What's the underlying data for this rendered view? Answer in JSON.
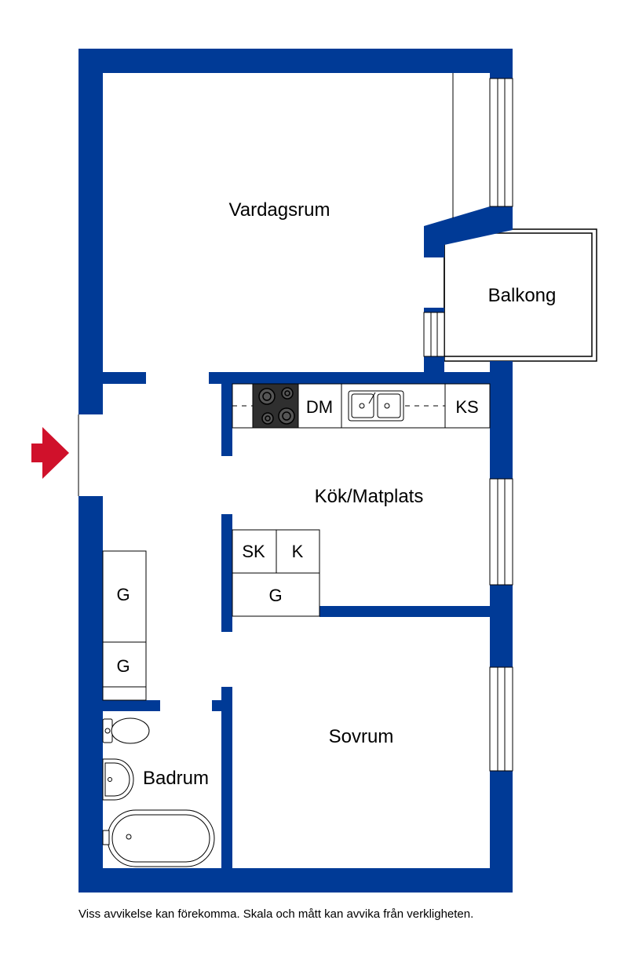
{
  "colors": {
    "wall": "#003a96",
    "entrance_arrow": "#d0112b",
    "stove": "#2f2f2f"
  },
  "rooms": {
    "vardagsrum": "Vardagsrum",
    "balkong": "Balkong",
    "kok": "Kök/Matplats",
    "sovrum": "Sovrum",
    "badrum": "Badrum"
  },
  "fixtures": {
    "dishwasher": "DM",
    "fridge_freezer": "KS",
    "freezer": "SK",
    "fridge": "K",
    "kitchen_wardrobe": "G",
    "hall_wardrobe_1": "G",
    "hall_wardrobe_2": "G"
  },
  "icons": {
    "entrance": "entrance-arrow-icon",
    "stove": "stove-icon",
    "sink": "sink-icon",
    "toilet": "toilet-icon",
    "washbasin": "washbasin-icon",
    "bathtub": "bathtub-icon"
  },
  "disclaimer": "Viss avvikelse kan förekomma. Skala och mått kan avvika från verkligheten."
}
